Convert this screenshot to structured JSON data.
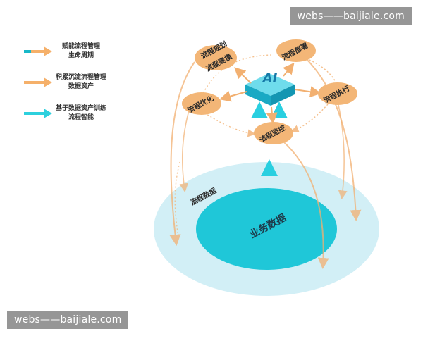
{
  "legend": [
    {
      "line1": "赋能流程管理",
      "line2": "生命周期",
      "color": "#f5b06a",
      "tail": "#18b8c8"
    },
    {
      "line1": "积累沉淀流程管理",
      "line2": "数据资产",
      "color": "#f5b06a",
      "tail": "#f5b06a"
    },
    {
      "line1": "基于数据资产训练",
      "line2": "流程智能",
      "color": "#2dd0dd",
      "tail": "#2dd0dd"
    }
  ],
  "nodes": {
    "design": "流程规划",
    "design_sub": "流程建模",
    "deploy": "流程部署",
    "optimize": "流程优化",
    "execute": "流程执行",
    "monitor": "流程监控",
    "process_data": "流程数据",
    "business_data": "业务数据",
    "ai_logo": "AI"
  },
  "watermark": {
    "top": "webs——baijiale.com",
    "bottom": "webs——baijiale.com"
  },
  "colors": {
    "outer_disc": "#c9ecf4",
    "inner_disc": "#1ec8d8",
    "node": "#f3b677",
    "arrow_orange": "#f5b06a",
    "arrow_cyan": "#29cfe0",
    "box": "#22b7d0"
  }
}
